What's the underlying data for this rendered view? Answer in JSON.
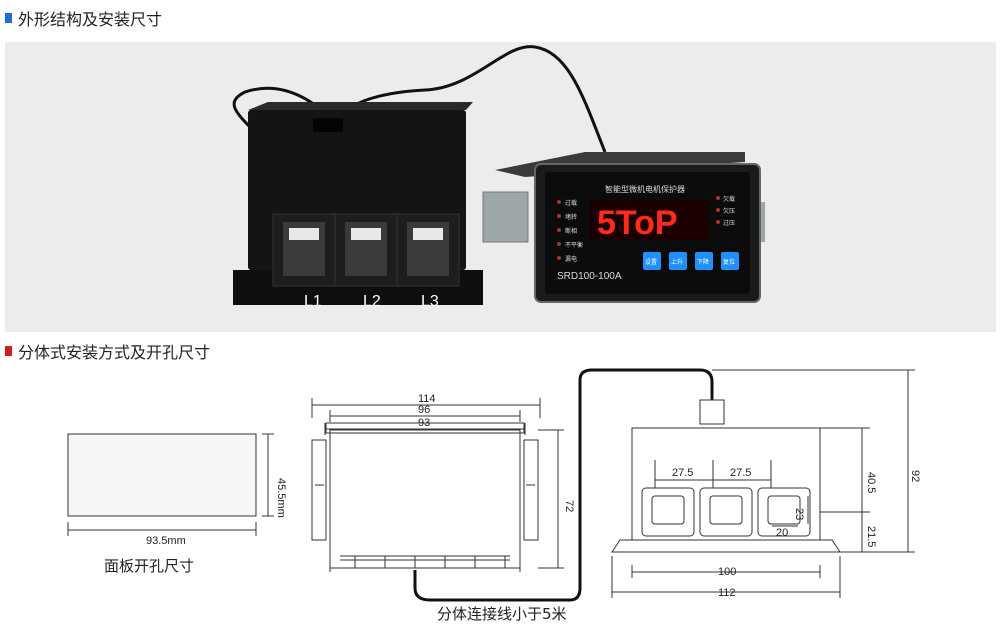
{
  "sections": {
    "exterior_title": "外形结构及安装尺寸",
    "exterior_bullet_color": "#1e6fd1",
    "install_title": "分体式安装方式及开孔尺寸",
    "install_bullet_color": "#d11e1e"
  },
  "product": {
    "model": "SRD100-100A",
    "panel_title": "智能型微机电机保护器",
    "display_text": "5ToP",
    "left_indicators": [
      "过载",
      "堵转",
      "断相",
      "不平衡",
      "漏电"
    ],
    "right_indicators": [
      "欠载",
      "欠压",
      "过压"
    ],
    "buttons": [
      "设置",
      "上升",
      "下降",
      "复位"
    ],
    "ct_labels": [
      "L1",
      "L2",
      "L3"
    ],
    "display_color": "#ff2a1a",
    "button_color": "#1e90ff"
  },
  "drawing": {
    "cutout": {
      "height": "45.5mm",
      "width": "93.5mm",
      "caption": "面板开孔尺寸"
    },
    "controller": {
      "dims": [
        "114",
        "96",
        "93",
        "72"
      ]
    },
    "ct": {
      "dims": [
        "27.5",
        "27.5",
        "40.5",
        "92",
        "23",
        "20",
        "21.5",
        "100",
        "112"
      ]
    },
    "cable_caption": "分体连接线小于5米"
  }
}
